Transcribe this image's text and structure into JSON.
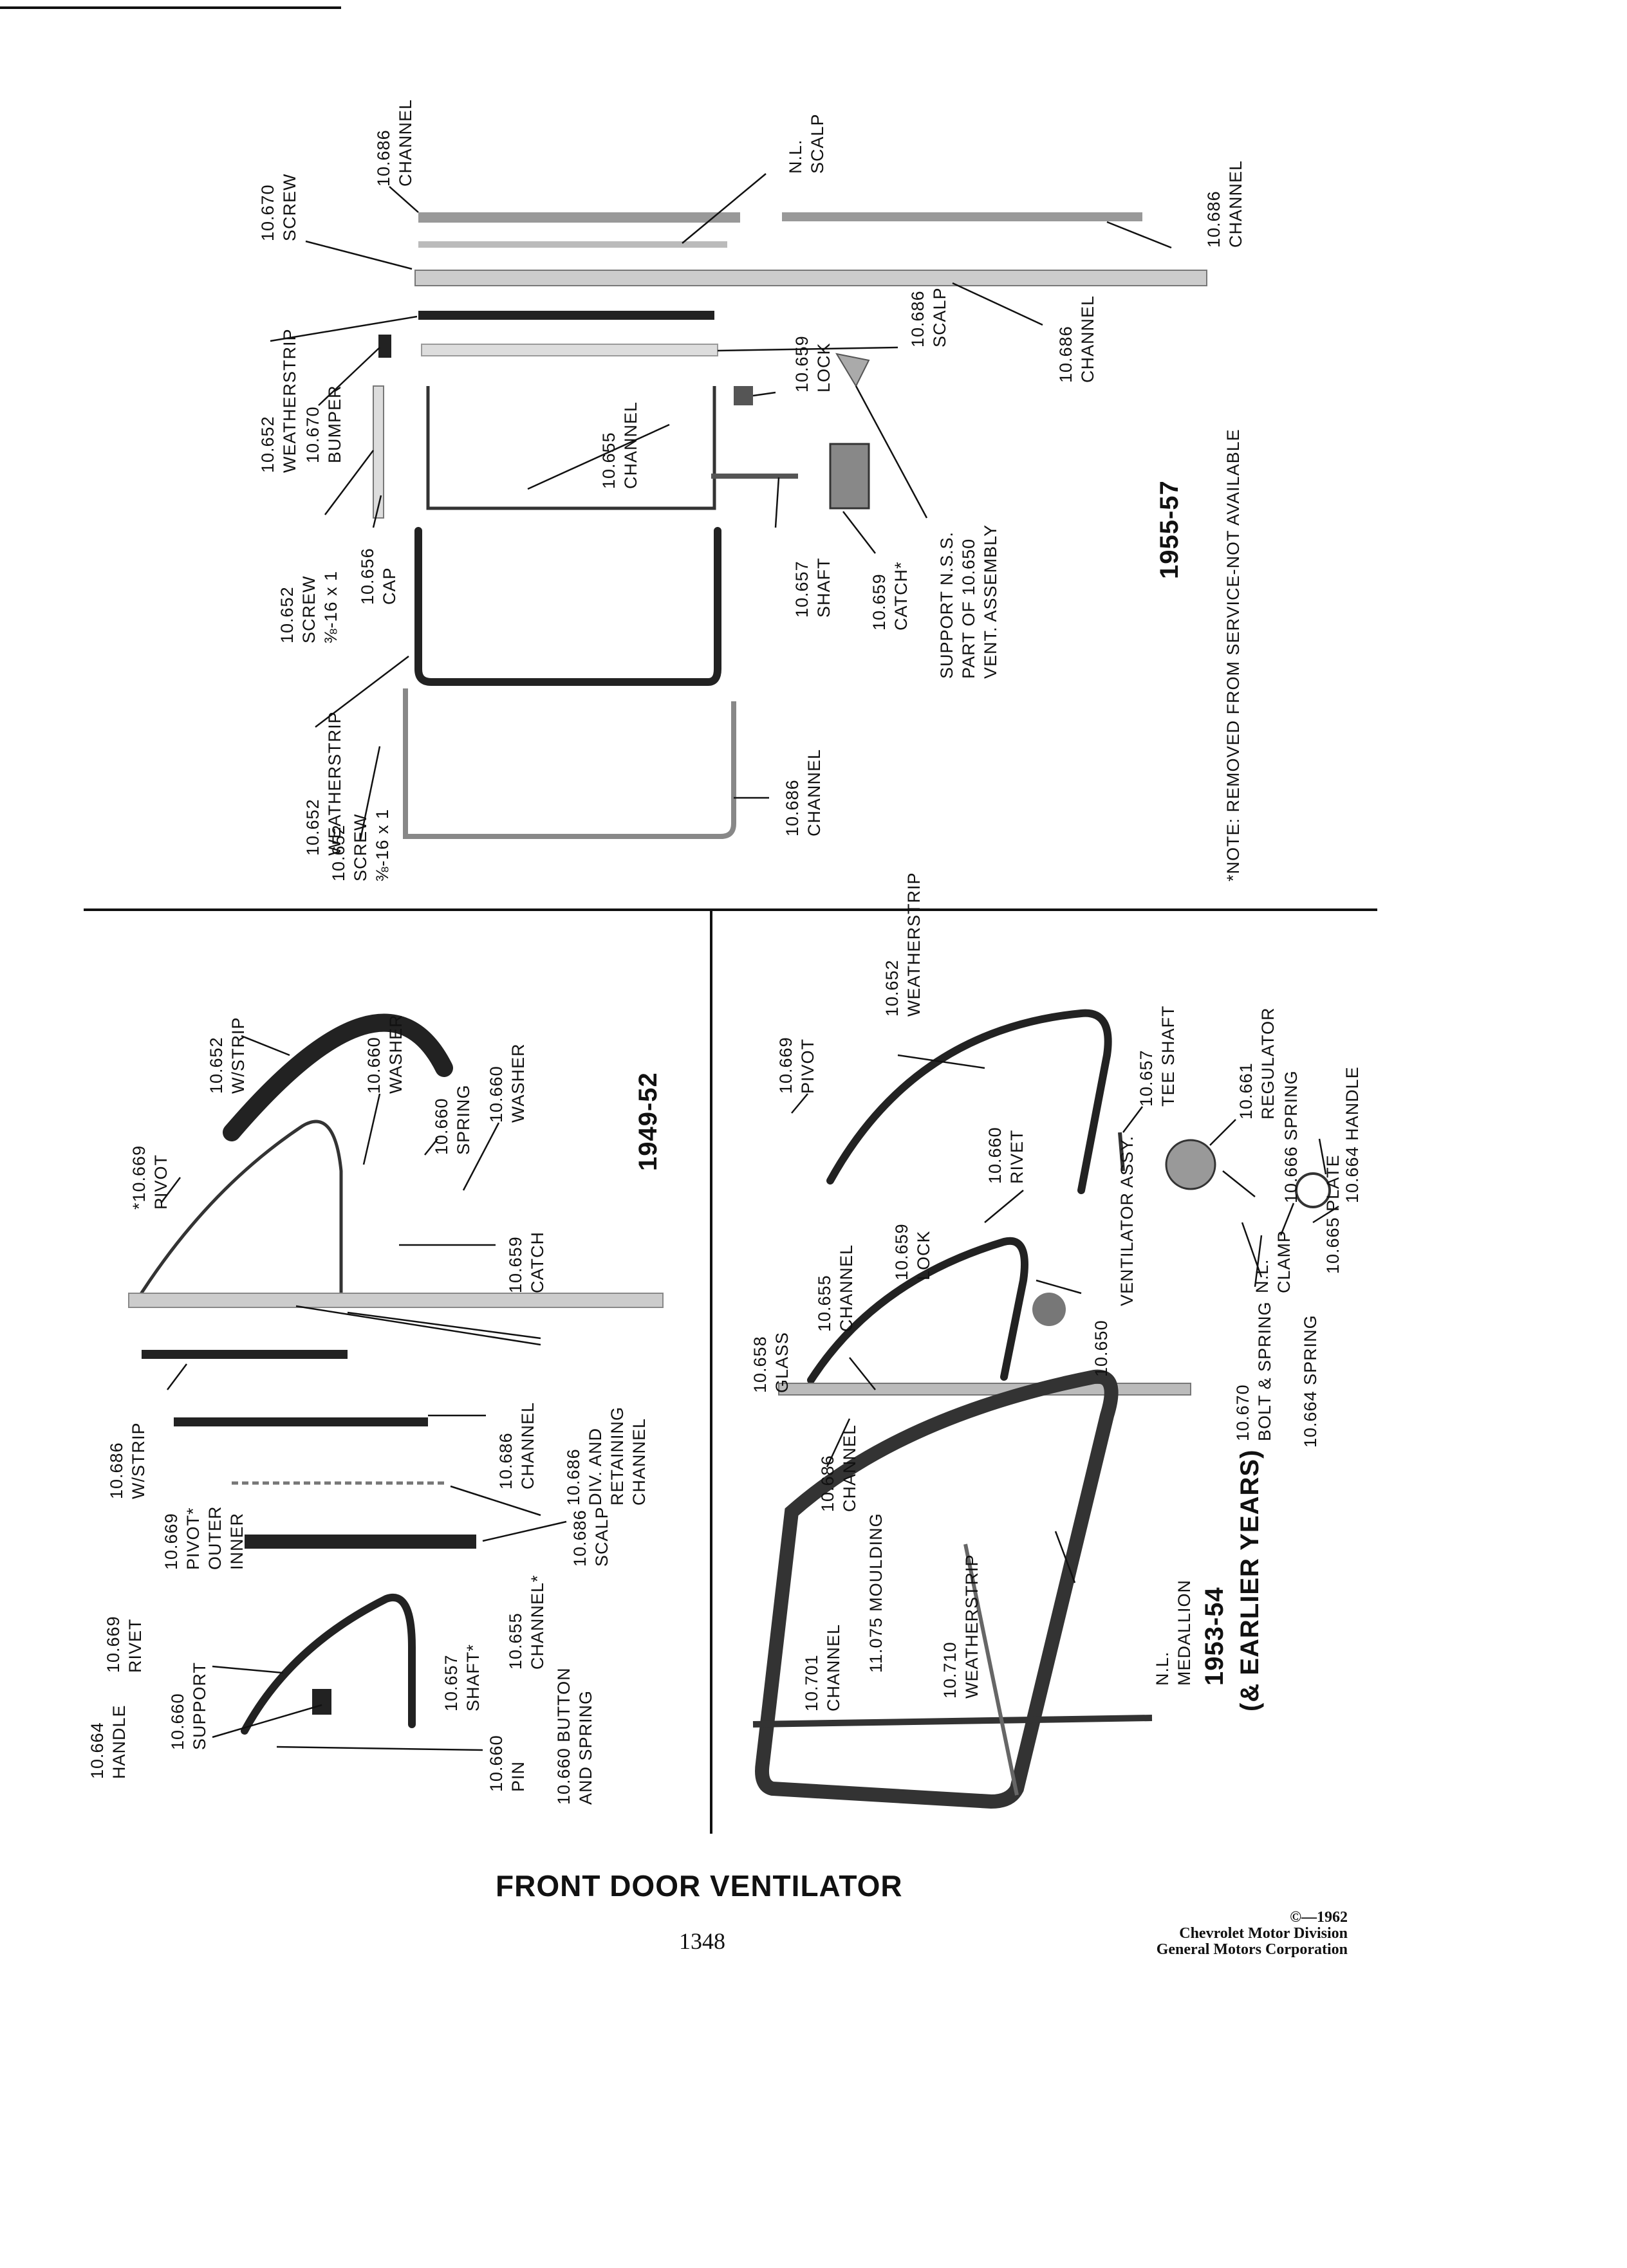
{
  "page": {
    "title": "FRONT DOOR VENTILATOR",
    "page_number": "1348",
    "copyright": [
      "©—1962",
      "Chevrolet Motor Division",
      "General Motors Corporation"
    ]
  },
  "section_1955_57": {
    "year": "1955-57",
    "note": "*NOTE: REMOVED FROM SERVICE-NOT AVAILABLE",
    "labels": [
      [
        "10.670",
        "SCREW"
      ],
      [
        "10.686",
        "CHANNEL"
      ],
      [
        "N.L.",
        "SCALP"
      ],
      [
        "10.686",
        "CHANNEL"
      ],
      [
        "10.652",
        "WEATHERSTRIP"
      ],
      [
        "10.670",
        "BUMPER"
      ],
      [
        "10.686",
        "SCALP"
      ],
      [
        "10.686",
        "CHANNEL"
      ],
      [
        "10.655",
        "CHANNEL"
      ],
      [
        "10.659",
        "LOCK"
      ],
      [
        "10.652",
        "SCREW",
        "⅜-16 x 1"
      ],
      [
        "10.656",
        "CAP"
      ],
      [
        "10.657",
        "SHAFT"
      ],
      [
        "10.659",
        "CATCH*"
      ],
      [
        "SUPPORT N.S.S.",
        "PART OF 10.650",
        "VENT. ASSEMBLY"
      ],
      [
        "10.652",
        "WEATHERSTRIP"
      ],
      [
        "10.686",
        "CHANNEL"
      ],
      [
        "10.652",
        "SCREW",
        "⅜-16 x 1"
      ]
    ]
  },
  "section_1949_52": {
    "year": "1949-52",
    "labels": [
      [
        "*10.669",
        "PIVOT"
      ],
      [
        "10.652",
        "W/STRIP"
      ],
      [
        "10.660",
        "WASHER"
      ],
      [
        "10.660",
        "SPRING"
      ],
      [
        "10.660",
        "WASHER"
      ],
      [
        "10.659",
        "CATCH"
      ],
      [
        "10.686",
        "W/STRIP"
      ],
      [
        "10.686",
        "CHANNEL"
      ],
      [
        "10.686",
        "DIV. AND",
        "RETAINING",
        "CHANNEL"
      ],
      [
        "10.669",
        "PIVOT*",
        "OUTER",
        "INNER"
      ],
      [
        "10.686",
        "SCALP"
      ],
      [
        "10.664",
        "HANDLE"
      ],
      [
        "10.669",
        "RIVET"
      ],
      [
        "10.660",
        "SUPPORT"
      ],
      [
        "10.657",
        "SHAFT*"
      ],
      [
        "10.655",
        "CHANNEL*"
      ],
      [
        "10.660",
        "PIN"
      ],
      [
        "10.660 BUTTON",
        "AND SPRING"
      ]
    ]
  },
  "section_1953_54": {
    "year": "1953-54",
    "year_sub": "(& EARLIER YEARS)",
    "labels": [
      [
        "10.669",
        "PIVOT"
      ],
      [
        "10.652",
        "WEATHERSTRIP"
      ],
      [
        "10.657",
        "TEE SHAFT"
      ],
      [
        "10.661",
        "REGULATOR"
      ],
      [
        "10.666 SPRING"
      ],
      [
        "10.665 PLATE"
      ],
      [
        "10.664 HANDLE"
      ],
      [
        "10.660",
        "RIVET"
      ],
      [
        "10.659",
        "LOCK"
      ],
      [
        "10.655",
        "CHANNEL"
      ],
      [
        "10.658",
        "GLASS"
      ],
      [
        "VENTILATOR ASSY."
      ],
      [
        "10.650"
      ],
      [
        "N.L.",
        "CLAMP"
      ],
      [
        "10.670",
        "BOLT & SPRING"
      ],
      [
        "10.664 SPRING"
      ],
      [
        "10.686",
        "CHANNEL"
      ],
      [
        "11.075 MOULDING"
      ],
      [
        "10.710",
        "WEATHERSTRIP"
      ],
      [
        "10.701",
        "CHANNEL"
      ],
      [
        "N.L.",
        "MEDALLION"
      ]
    ]
  }
}
